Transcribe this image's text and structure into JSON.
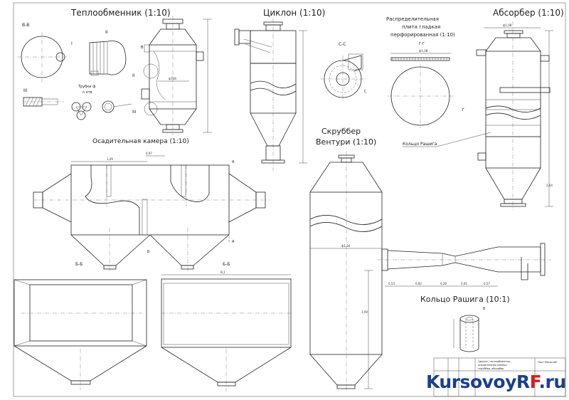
{
  "titles": {
    "heat_exchanger": "Теплообменник (1:10)",
    "cyclone": "Циклон (1:10)",
    "plate": [
      "Распределительная",
      "плита гладкая",
      "перфорированная (1:10)"
    ],
    "absorber": "Абсорбер (1:10)",
    "settling_chamber": "Осадительная камера (1:10)",
    "scrubber": [
      "Скруббер",
      "Вентури (1:10)"
    ],
    "raschig_ring": "Кольцо Рашига (10:1)"
  },
  "labels": {
    "section_vv": "В-В",
    "section_ss": "С-С",
    "section_gg": "Г-Г",
    "section_bb_1": "Б-Б",
    "section_bb_2": "Б-Б",
    "roman_1": "I",
    "roman_2": "II",
    "roman_3": "III",
    "tubes_note": [
      "Трубки ф",
      "n отв"
    ],
    "raschig_leader": "Кольцо Рашига",
    "mark_a": "А",
    "mark_b": "Б",
    "mark_v": "В",
    "mark_g": "Г",
    "mark_s": "С"
  },
  "dims": {
    "he_width": "ф700",
    "settling_top": "1,49",
    "settling_sub": "0,97",
    "scrubber_d": "ф1,34",
    "scrubber_seg": [
      "0,53",
      "0,82",
      "0,28",
      "0,41",
      "0,57"
    ],
    "scrubber_h": "1,09",
    "absorber_d": "ф1,08",
    "absorber_h": "2,64",
    "plate_d": "ф1,08",
    "chamber_b": "B,1"
  },
  "stamp": {
    "text": [
      "Циклон, теплообменник,",
      "осадительная камера,",
      "скруббер, абсорбер"
    ],
    "mark": "Лист Масштаб"
  },
  "watermark": {
    "part1": "KursovoyR",
    "part2": "F",
    "part3": ".ru"
  },
  "colors": {
    "line": "#222222",
    "watermark_blue": "#1a3f8f",
    "watermark_red": "#d81e1e"
  }
}
